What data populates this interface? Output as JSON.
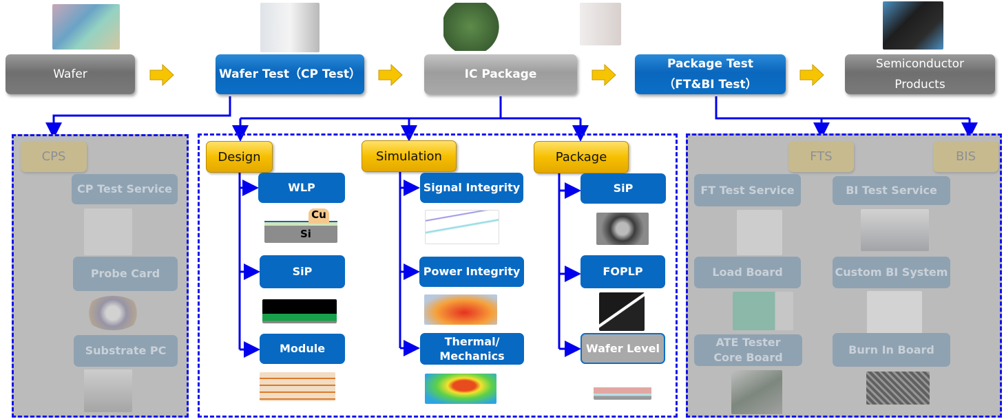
{
  "title": "Semiconductor testing and packaging service flow",
  "flow": {
    "stages": [
      {
        "label": "Wafer",
        "style": "gray-dark",
        "image": "wafer-photo"
      },
      {
        "label": "Wafer Test（CP Test）",
        "style": "blue",
        "image": "wafer-prober-machine"
      },
      {
        "label": "IC Package",
        "style": "gray-light",
        "image": "bga-chips-photo"
      },
      {
        "label": "Package Test\n（FT&BI Test）",
        "style": "blue",
        "image": "handler-machine"
      },
      {
        "label": "Semiconductor\nProducts",
        "style": "gray-dark",
        "image": "kirin-chip-photo"
      }
    ],
    "arrow_color": "#f2c200"
  },
  "cps_panel": {
    "category": "CPS",
    "items": [
      {
        "label": "CP Test Service",
        "image": "prober-equipment"
      },
      {
        "label": "Probe Card",
        "image": "probe-card"
      },
      {
        "label": "Substrate PC",
        "image": "substrate-pc"
      }
    ]
  },
  "package_panel": {
    "columns": [
      {
        "category": "Design",
        "items": [
          {
            "label": "WLP",
            "image": "wlp-cross-section",
            "image_text": [
              "Cu",
              "Si"
            ]
          },
          {
            "label": "SiP",
            "image": "sip-cross-section"
          },
          {
            "label": "Module",
            "image": "module-layer-stack"
          }
        ]
      },
      {
        "category": "Simulation",
        "items": [
          {
            "label": "Signal Integrity",
            "image": "signal-plot"
          },
          {
            "label": "Power Integrity",
            "image": "power-heatmap"
          },
          {
            "label": "Thermal/\nMechanics",
            "image": "thermal-map"
          }
        ]
      },
      {
        "category": "Package",
        "items": [
          {
            "label": "SiP",
            "image": "sip-package-photo"
          },
          {
            "label": "FOPLP",
            "image": "foplp-chips"
          },
          {
            "label": "Wafer Level",
            "image": "wafer-level-bumps",
            "highlight": "gray"
          }
        ]
      }
    ]
  },
  "test_panel": {
    "columns": [
      {
        "category": "FTS",
        "items": [
          {
            "label": "FT Test Service",
            "image": "ft-handler"
          },
          {
            "label": "Load Board",
            "image": "load-board"
          },
          {
            "label": "ATE Tester\nCore Board",
            "image": "core-board"
          }
        ]
      },
      {
        "category": "BIS",
        "items": [
          {
            "label": "BI Test Service",
            "image": "bi-room"
          },
          {
            "label": "Custom BI System",
            "image": "bi-chamber"
          },
          {
            "label": "Burn In Board",
            "image": "burn-in-board"
          }
        ]
      }
    ]
  },
  "colors": {
    "connector": "#0000ee",
    "connector_dim": "#8585cc",
    "panel_border": "#1111ee",
    "blue_box": "#0869c2",
    "gold_box": "#f6bf00"
  }
}
